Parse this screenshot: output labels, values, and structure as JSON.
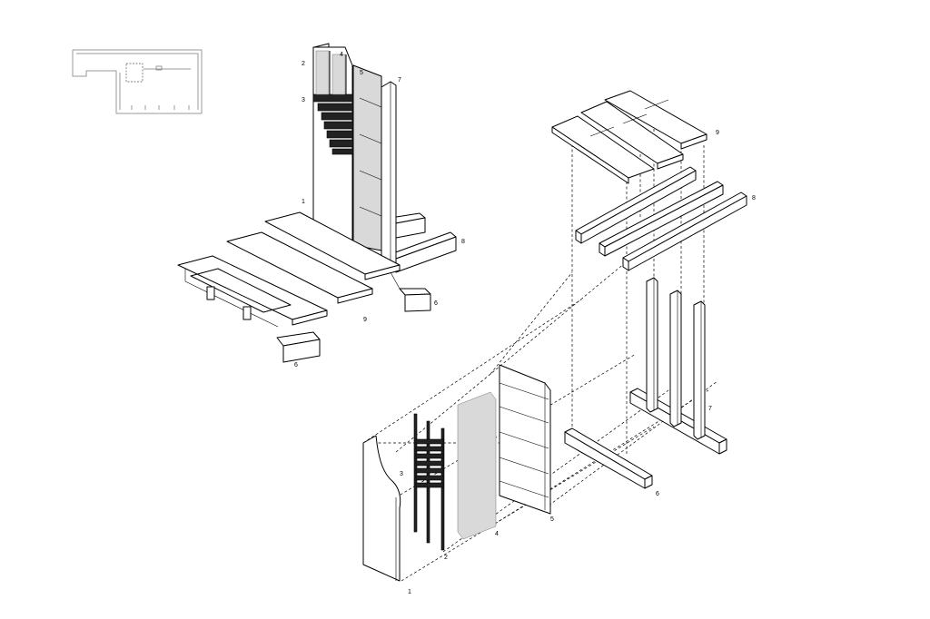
{
  "labels": {
    "l1": "1",
    "l2": "2",
    "l3": "3",
    "l4": "4",
    "l5": "5",
    "l6": "6",
    "l7": "7",
    "l8": "8",
    "l9": "9"
  },
  "colors": {
    "line": "#000000",
    "plan": "#9a9a9a",
    "stone": "#d9d9d9",
    "background": "#ffffff"
  }
}
